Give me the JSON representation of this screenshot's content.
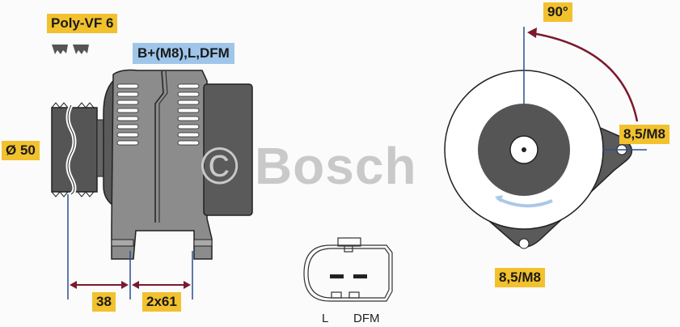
{
  "watermark": {
    "copyright_symbol": "©",
    "brand": "Bosch"
  },
  "side_view": {
    "belt_label": "Poly-VF 6",
    "terminal_label": "B+(M8),L,DFM",
    "pulley_diameter": "Ø 50",
    "dimension_a": "38",
    "dimension_b": "2x61"
  },
  "connector": {
    "pin_left": "L",
    "pin_right": "DFM"
  },
  "front_view": {
    "angle_label": "90°",
    "mount_top_label": "8,5/M8",
    "mount_bottom_label": "8,5/M8"
  },
  "colors": {
    "callout_yellow": "#f2c12e",
    "callout_blue": "#9fc6ea",
    "dimension_arrow": "#7a1a2e",
    "guide_line": "#2a4f8f",
    "body_dark": "#555555",
    "body_mid": "#8a8a8a"
  }
}
